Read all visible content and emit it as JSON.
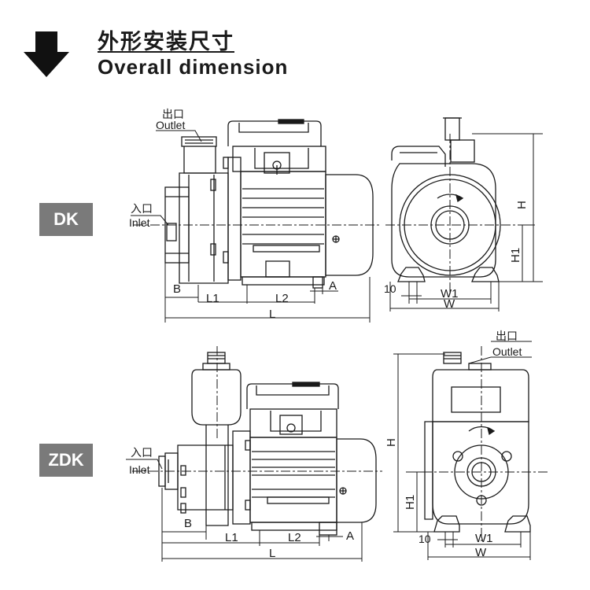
{
  "header": {
    "title_cn": "外形安装尺寸",
    "title_en": "Overall dimension"
  },
  "dk": {
    "model": "DK",
    "outlet_cn": "出口",
    "outlet_en": "Outlet",
    "inlet_cn": "入口",
    "inlet_en": "Inlet",
    "dims": {
      "B": "B",
      "L1": "L1",
      "L2": "L2",
      "A": "A",
      "L": "L",
      "H": "H",
      "H1": "H1",
      "W1": "W1",
      "W": "W",
      "ten": "10"
    }
  },
  "zdk": {
    "model": "ZDK",
    "outlet_cn": "出口",
    "outlet_en": "Outlet",
    "inlet_cn": "入口",
    "inlet_en": "Inlet",
    "dims": {
      "B": "B",
      "L1": "L1",
      "L2": "L2",
      "A": "A",
      "L": "L",
      "H": "H",
      "H1": "H1",
      "W1": "W1",
      "W": "W",
      "ten": "10"
    }
  },
  "icons": {
    "header": "down-arrow-icon",
    "ground": "earth-symbol-icon"
  }
}
